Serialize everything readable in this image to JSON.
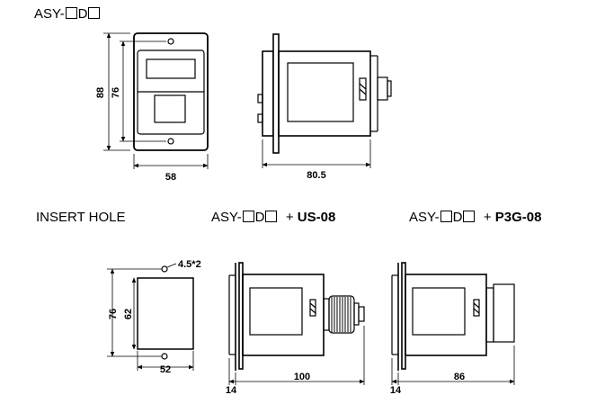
{
  "titles": {
    "model_prefix": "ASY-",
    "model_mid": "D",
    "insert_hole": "INSERT HOLE",
    "with_us08_prefix": "ASY-",
    "with_us08_mid": "D",
    "with_us08_plus": "+",
    "with_us08_socket": "US-08",
    "with_p3g08_prefix": "ASY-",
    "with_p3g08_mid": "D",
    "with_p3g08_plus": "+",
    "with_p3g08_socket": "P3G-08"
  },
  "dimensions": {
    "front_height_outer": "88",
    "front_height_inner": "76",
    "front_width": "58",
    "side_depth": "80.5",
    "hole_diameter": "4.5*2",
    "hole_height_outer": "76",
    "hole_height_inner": "62",
    "hole_width": "52",
    "us08_panel": "14",
    "us08_depth": "100",
    "p3g08_panel": "14",
    "p3g08_depth": "86"
  }
}
